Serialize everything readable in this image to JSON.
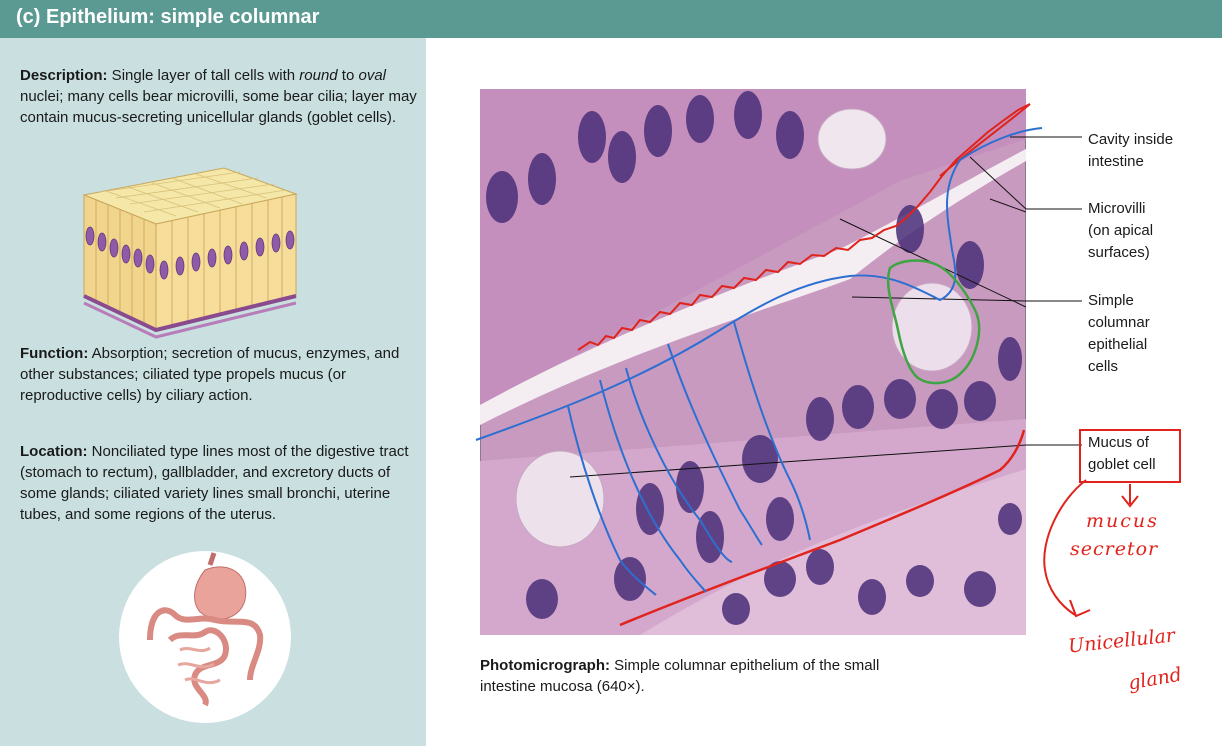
{
  "header": {
    "title": "(c)  Epithelium: simple columnar",
    "bg": "#5b9a93"
  },
  "left_panel": {
    "bg": "#c9dfe0",
    "description": {
      "label": "Description:",
      "text_a": " Single layer of tall cells with ",
      "round": "round",
      "text_b": " to ",
      "oval": "oval",
      "text_c": " nuclei; many cells bear microvilli, some bear cilia; layer may contain mucus-secreting unicellular glands (goblet cells)."
    },
    "function": {
      "label": "Function:",
      "text": " Absorption; secretion of mucus, enzymes, and other substances; ciliated type propels mucus (or reproductive cells) by ciliary action."
    },
    "location": {
      "label": "Location:",
      "text": " Nonciliated type lines most of the digestive tract (stomach to rectum), gallbladder, and excretory ducts of some glands; ciliated variety lines small bronchi, uterine tubes, and some regions of the uterus."
    }
  },
  "figure": {
    "caption_label": "Photomicrograph:",
    "caption_text": " Simple columnar epithelium of the small intestine mucosa (640×).",
    "labels": {
      "cavity": [
        "Cavity inside",
        "intestine"
      ],
      "microvilli": [
        "Microvilli",
        "(on apical",
        "surfaces)"
      ],
      "simple_columnar": [
        "Simple",
        "columnar",
        "epithelial",
        "cells"
      ],
      "mucus": [
        "Mucus of",
        "goblet cell"
      ]
    }
  },
  "handwriting": {
    "line1": "mucus",
    "line2": "secretor",
    "line3": "Unicellular",
    "line4": "gland"
  },
  "colors": {
    "annotation_red": "#e0231c",
    "annotation_blue": "#2d6fd0",
    "annotation_green": "#3fa442",
    "tissue": "#c99ac0",
    "nuclei": "#4a2e78"
  }
}
